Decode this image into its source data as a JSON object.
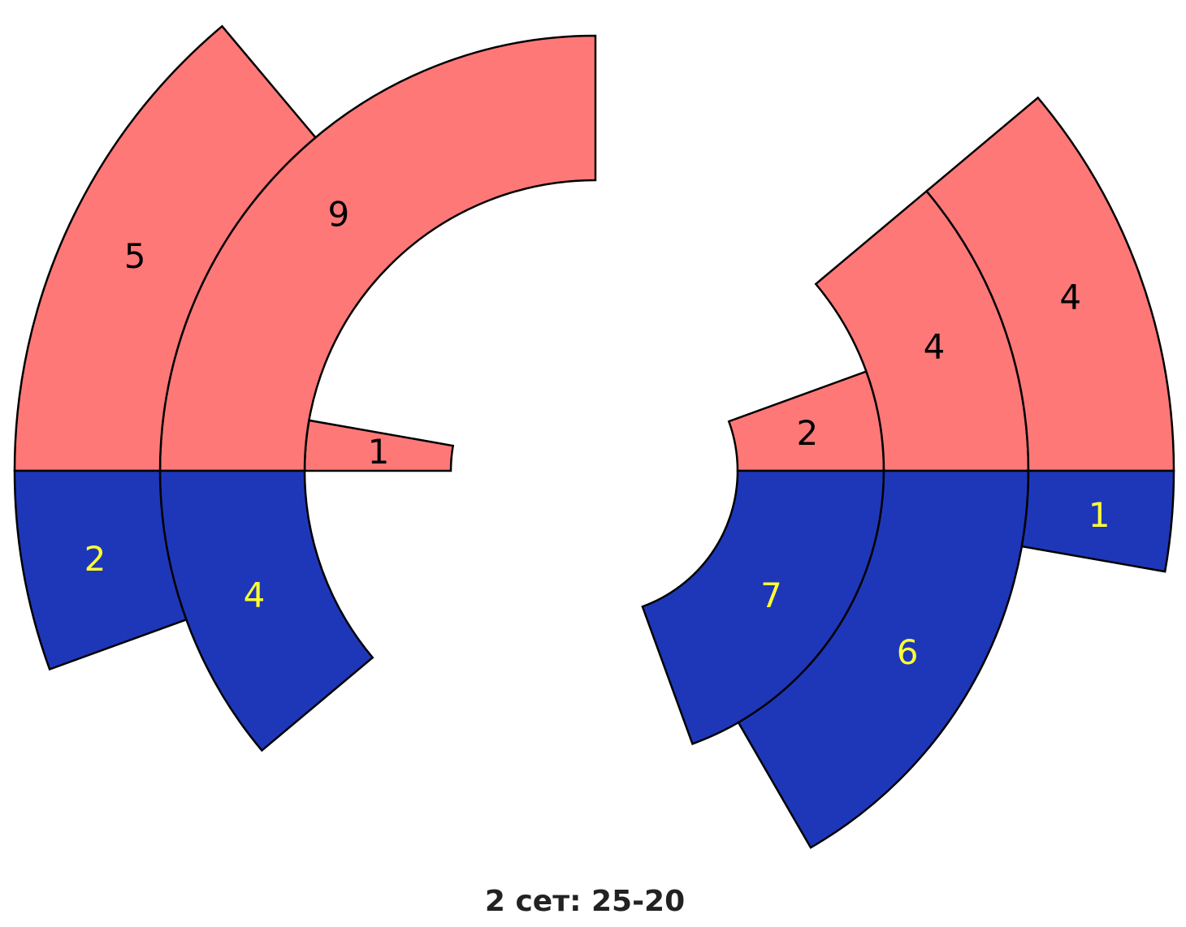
{
  "chart_data": {
    "type": "polar-bar",
    "title": "2 сет: 25-20",
    "degrees_per_point": 10,
    "colors": {
      "red": "#FF7878",
      "blue": "#1E37B9",
      "red_label": "#000000",
      "blue_label": "#FFFF33"
    },
    "charts": [
      {
        "name": "left",
        "rings": [
          {
            "red": 1,
            "blue": 0
          },
          {
            "red": 9,
            "blue": 4
          },
          {
            "red": 5,
            "blue": 2
          }
        ]
      },
      {
        "name": "right",
        "rings": [
          {
            "red": 2,
            "blue": 7
          },
          {
            "red": 4,
            "blue": 6
          },
          {
            "red": 4,
            "blue": 1
          }
        ]
      }
    ]
  }
}
